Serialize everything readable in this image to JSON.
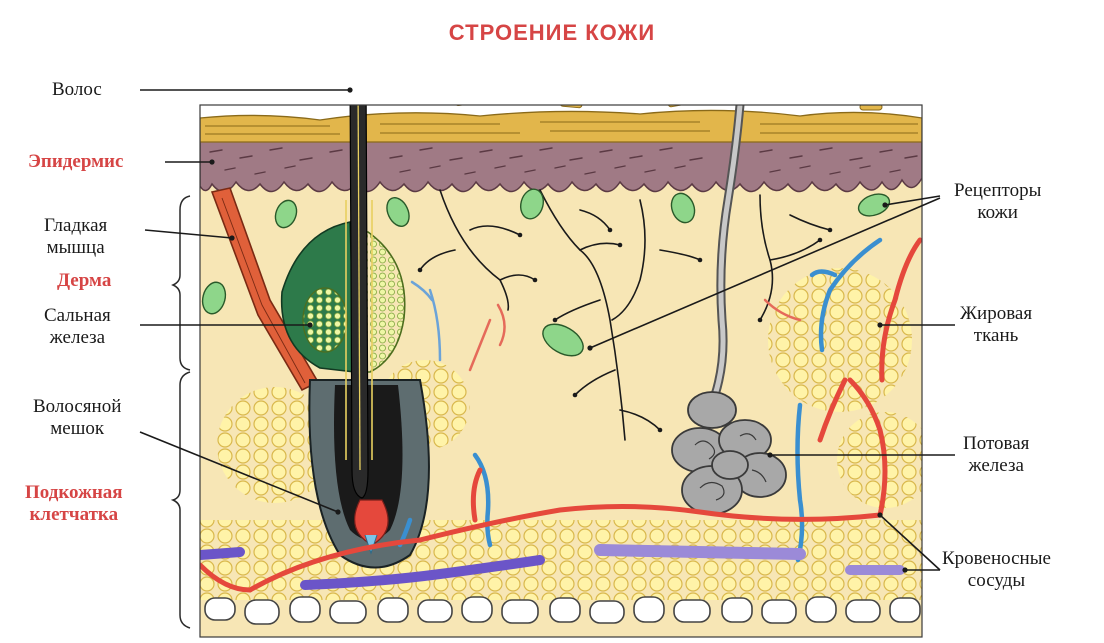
{
  "title": "СТРОЕНИЕ КОЖИ",
  "labels": {
    "hair": "Волос",
    "epidermis": "Эпидермис",
    "smooth_muscle": [
      "Гладкая",
      "мышца"
    ],
    "dermis": "Дерма",
    "sebaceous_gland": [
      "Сальная",
      "железа"
    ],
    "hair_follicle": [
      "Волосяной",
      "мешок"
    ],
    "subcutaneous": [
      "Подкожная",
      "клетчатка"
    ],
    "receptors": [
      "Рецепторы",
      "кожи"
    ],
    "fat_tissue": [
      "Жировая",
      "ткань"
    ],
    "sweat_gland": [
      "Потовая",
      "железа"
    ],
    "blood_vessels": [
      "Кровеносные",
      "сосуды"
    ]
  },
  "colors": {
    "title": "#d64545",
    "layer_label": "#d64545",
    "dermis": "#f7e6b5",
    "epidermis": "#a07a85",
    "stratum_corneum": "#e2b64b",
    "fat": "#fff3a8",
    "artery": "#e5483c",
    "vein": "#3a8fd0",
    "deep_vein": "#6b55c8",
    "muscle": "#e0603a",
    "gland": "#2d7a4a",
    "nerve": "#1a1a1a",
    "receptor": "#8ed68a",
    "sweat_gland": "#8c8c8c"
  }
}
